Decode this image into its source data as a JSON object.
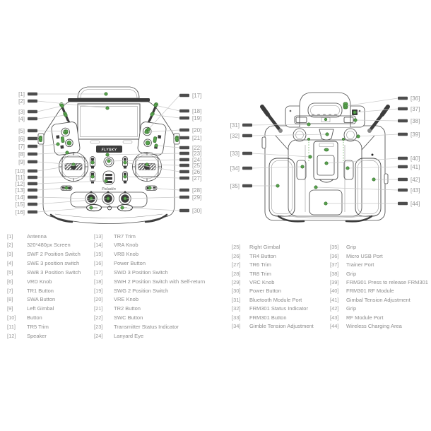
{
  "branding": {
    "logo_badge": "FLYSKY",
    "model_name": "Paladin"
  },
  "colors": {
    "callout_green": "#57a24d",
    "line_dark": "#4d4d4d",
    "label_gray": "#969696"
  },
  "callouts": {
    "c1": "[1]",
    "c2": "[2]",
    "c3": "[3]",
    "c4": "[4]",
    "c5": "[5]",
    "c6": "[6]",
    "c7": "[7]",
    "c8": "[8]",
    "c9": "[9]",
    "c10": "[10]",
    "c11": "[11]",
    "c12": "[12]",
    "c13": "[13]",
    "c14": "[14]",
    "c15": "[15]",
    "c16": "[16]",
    "c17": "[17]",
    "c18": "[18]",
    "c19": "[19]",
    "c20": "[20]",
    "c21": "[21]",
    "c22": "[22]",
    "c23": "[23]",
    "c24": "[24]",
    "c25": "[25]",
    "c26": "[26]",
    "c27": "[27]",
    "c28": "[28]",
    "c29": "[29]",
    "c30": "[30]",
    "c31": "[31]",
    "c32": "[32]",
    "c33": "[33]",
    "c34": "[34]",
    "c35": "[35]",
    "c36": "[36]",
    "c37": "[37]",
    "c38": "[38]",
    "c39": "[39]",
    "c40": "[40]",
    "c41": "[41]",
    "c42": "[42]",
    "c43": "[43]",
    "c44": "[44]"
  },
  "legend": {
    "col1": [
      {
        "num": "[1]",
        "label": "Antenna"
      },
      {
        "num": "[2]",
        "label": "320*480px Screen"
      },
      {
        "num": "[3]",
        "label": "SWF 2 Position Switch"
      },
      {
        "num": "[4]",
        "label": "SWE 3 position switch"
      },
      {
        "num": "[5]",
        "label": "SWB 3 Position Switch"
      },
      {
        "num": "[6]",
        "label": "VRD Knob"
      },
      {
        "num": "[7]",
        "label": "TR1 Button"
      },
      {
        "num": "[8]",
        "label": "SWA Button"
      },
      {
        "num": "[9]",
        "label": "Left Gimbal"
      },
      {
        "num": "[10]",
        "label": "Button"
      },
      {
        "num": "[11]",
        "label": "TR5 Trim"
      },
      {
        "num": "[12]",
        "label": "Speaker"
      }
    ],
    "col2": [
      {
        "num": "[13]",
        "label": "TR7 Trim"
      },
      {
        "num": "[14]",
        "label": "VRA Knob"
      },
      {
        "num": "[15]",
        "label": "VRB Knob"
      },
      {
        "num": "[16]",
        "label": "Power Button"
      },
      {
        "num": "[17]",
        "label": "SWD 3 Position Switch"
      },
      {
        "num": "[18]",
        "label": "SWH 2 Position Switch with Self-return"
      },
      {
        "num": "[19]",
        "label": "SWG 2 Position Switch"
      },
      {
        "num": "[20]",
        "label": "VRE Knob"
      },
      {
        "num": "[21]",
        "label": "TR2 Button"
      },
      {
        "num": "[22]",
        "label": "SWC Button"
      },
      {
        "num": "[23]",
        "label": "Transmitter Status Indicator"
      },
      {
        "num": "[24]",
        "label": "Lanyard Eye"
      }
    ],
    "col3": [
      {
        "num": "[25]",
        "label": "Right Gimbal"
      },
      {
        "num": "[26]",
        "label": "TR4 Button"
      },
      {
        "num": "[27]",
        "label": "TR6 Trim"
      },
      {
        "num": "[28]",
        "label": "TR8 Trim"
      },
      {
        "num": "[29]",
        "label": "VRC Knob"
      },
      {
        "num": "[30]",
        "label": "Power Button"
      },
      {
        "num": "[31]",
        "label": "Bluetooth Module Port"
      },
      {
        "num": "[32]",
        "label": "FRM301 Status Indicator"
      },
      {
        "num": "[33]",
        "label": "FRM301 Button"
      },
      {
        "num": "[34]",
        "label": "Gimble Tension Adjustment"
      }
    ],
    "col4": [
      {
        "num": "[35]",
        "label": "Grip"
      },
      {
        "num": "[36]",
        "label": "Micro USB Port"
      },
      {
        "num": "[37]",
        "label": "Trainer Port"
      },
      {
        "num": "[38]",
        "label": "Grip"
      },
      {
        "num": "[39]",
        "label": "FRM301 Press to release FRM301"
      },
      {
        "num": "[40]",
        "label": "FRM301 RF Module"
      },
      {
        "num": "[41]",
        "label": "Gimbal Tension Adjustment"
      },
      {
        "num": "[42]",
        "label": "Grip"
      },
      {
        "num": "[43]",
        "label": "RF Module Port"
      },
      {
        "num": "[44]",
        "label": "Wireless Charging Area"
      }
    ]
  }
}
